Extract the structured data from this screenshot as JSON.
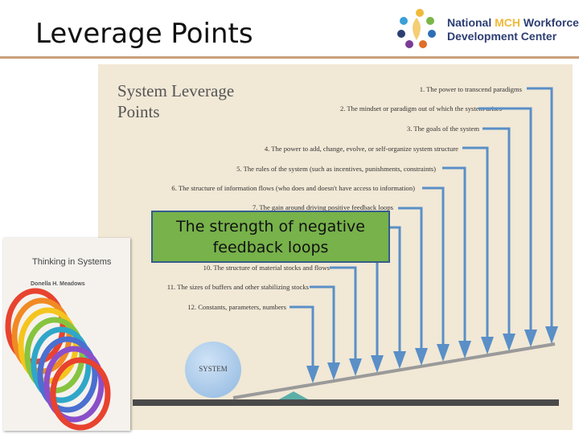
{
  "slide": {
    "title": "Leverage Points"
  },
  "logo": {
    "line1_pre": "National ",
    "line1_accent": "MCH",
    "line1_post": " Workforce",
    "line2": "Development Center"
  },
  "diagram": {
    "title": "System Leverage Points",
    "points": [
      "1. The power to transcend paradigms",
      "2. The mindset or paradigm out of which the system arises",
      "3. The goals of the system",
      "4. The power to add, change, evolve, or self-organize system structure",
      "5. The rules of the system (such as incentives, punishments, constraints)",
      "6. The structure of information flows (who does and doesn't have access to information)",
      "7. The gain around driving positive feedback loops",
      "10. The structure of material stocks and flows",
      "11. The sizes of buffers and other stabilizing stocks",
      "12. Constants, parameters, numbers"
    ],
    "system_label": "SYSTEM",
    "arrow_color": "#5a8fc7"
  },
  "callout": {
    "text": "The strength of negative feedback loops"
  },
  "book": {
    "title": "Thinking in Systems",
    "author": "Donella H. Meadows"
  }
}
